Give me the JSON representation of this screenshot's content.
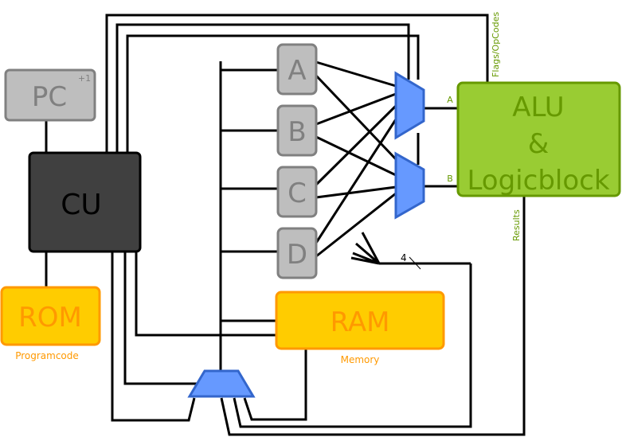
{
  "blocks": {
    "pc": {
      "label": "PC",
      "increment": "+1"
    },
    "cu": {
      "label": "CU"
    },
    "rom": {
      "label": "ROM",
      "caption": "Programcode"
    },
    "ram": {
      "label": "RAM",
      "caption": "Memory"
    },
    "registers": [
      {
        "label": "A"
      },
      {
        "label": "B"
      },
      {
        "label": "C"
      },
      {
        "label": "D"
      }
    ],
    "alu": {
      "line1": "ALU",
      "line2": "&",
      "line3": "Logicblock",
      "input_a": "A",
      "input_b": "B"
    }
  },
  "signals": {
    "flags": "Flags/OpCodes",
    "results": "Results",
    "bus_width": "4"
  },
  "colors": {
    "register": "#bebebe",
    "cu": "#404040",
    "memory": "#ffcc00",
    "memory_text": "#ff9900",
    "alu": "#99cc33",
    "alu_text": "#669900",
    "mux": "#6699ff"
  }
}
